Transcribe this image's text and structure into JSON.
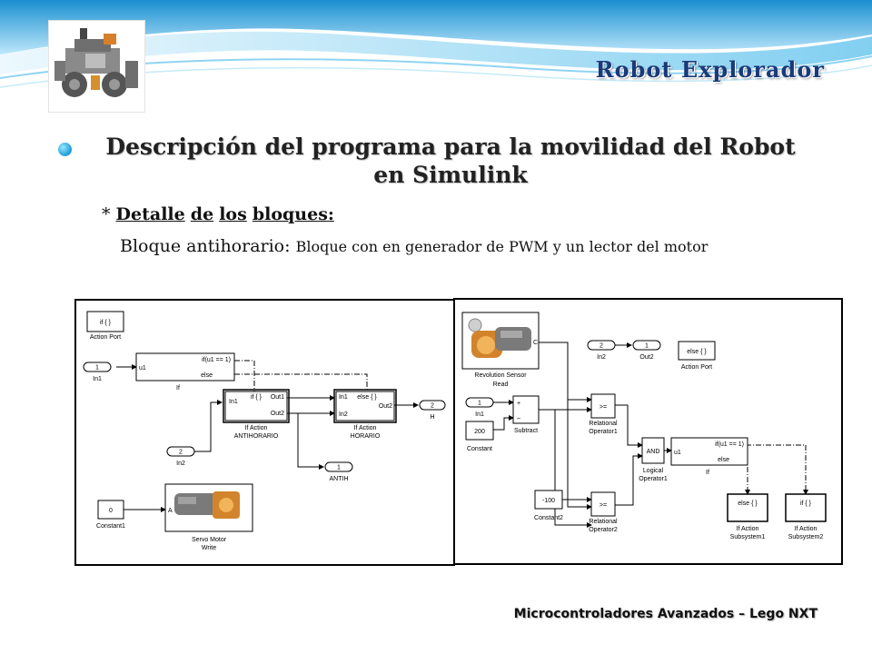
{
  "slide": {
    "title": "Robot Explorador",
    "heading_line1": "Descripción del programa para la movilidad del Robot",
    "heading_line2": "en Simulink",
    "sub_prefix": "* ",
    "sub_words": [
      "Detalle",
      "de",
      "los",
      "bloques:"
    ],
    "desc_label": "Bloque antihorario: ",
    "desc_text": "Bloque con en generador de PWM y un lector del motor",
    "footer": "Microcontroladores Avanzados – Lego NXT"
  },
  "diagram1": {
    "action_port": {
      "text": "if { }",
      "caption": "Action Port"
    },
    "in1": {
      "num": "1",
      "caption": "In1"
    },
    "if_block": {
      "u1": "u1",
      "cond": "if(u1 == 1)",
      "else": "else",
      "caption": "If"
    },
    "antihorario": {
      "top": "if { }",
      "in1": "In1",
      "out1": "Out1",
      "out2": "Out2",
      "caption1": "If Action",
      "caption2": "ANTIHORARIO"
    },
    "horario": {
      "in1": "In1",
      "top": "else { }",
      "out2": "Out2",
      "in2": "In2",
      "caption1": "If Action",
      "caption2": "HORARIO"
    },
    "out_h": {
      "num": "2",
      "caption": "H"
    },
    "in2": {
      "num": "2",
      "caption": "In2"
    },
    "out_antih": {
      "num": "1",
      "caption": "ANTIH"
    },
    "constant1": {
      "value": "0",
      "caption": "Constant1"
    },
    "servo": {
      "port": "A",
      "caption1": "Servo Motor",
      "caption2": "Write"
    }
  },
  "diagram2": {
    "sensor": {
      "port": "C",
      "caption1": "Revolution Sensor",
      "caption2": "Read"
    },
    "in2": {
      "num": "2",
      "caption": "In2"
    },
    "out2": {
      "num": "1",
      "caption": "Out2"
    },
    "action_port": {
      "text": "else { }",
      "caption": "Action Port"
    },
    "in1": {
      "num": "1",
      "caption": "In1"
    },
    "subtract": {
      "plus": "+",
      "minus": "–",
      "caption": "Subtract"
    },
    "constant": {
      "value": "200",
      "caption": "Constant"
    },
    "rel1": {
      "op": ">=",
      "caption1": "Relational",
      "caption2": "Operator1"
    },
    "logical": {
      "op": "AND",
      "caption1": "Logical",
      "caption2": "Operator1"
    },
    "if_block": {
      "u1": "u1",
      "cond": "if(u1 == 1)",
      "else": "else",
      "caption": "If"
    },
    "constant2": {
      "value": "-100",
      "caption": "Constant2"
    },
    "rel2": {
      "op": ">=",
      "caption1": "Relational",
      "caption2": "Operator2"
    },
    "sub1": {
      "text": "else { }",
      "caption1": "If Action",
      "caption2": "Subsystem1"
    },
    "sub2": {
      "text": "if { }",
      "caption1": "If Action",
      "caption2": "Subsystem2"
    }
  }
}
